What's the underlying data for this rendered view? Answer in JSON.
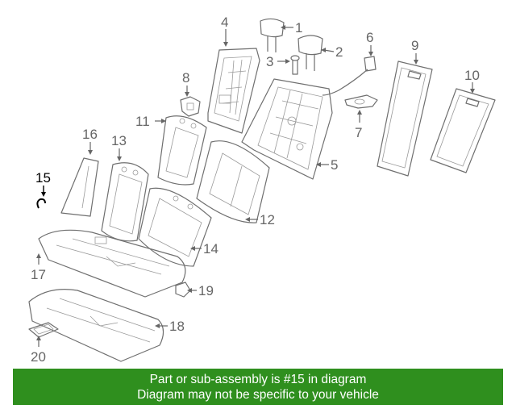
{
  "diagram": {
    "callouts": [
      {
        "id": "1",
        "text": "1"
      },
      {
        "id": "2",
        "text": "2"
      },
      {
        "id": "3",
        "text": "3"
      },
      {
        "id": "4",
        "text": "4"
      },
      {
        "id": "5",
        "text": "5"
      },
      {
        "id": "6",
        "text": "6"
      },
      {
        "id": "7",
        "text": "7"
      },
      {
        "id": "8",
        "text": "8"
      },
      {
        "id": "9",
        "text": "9"
      },
      {
        "id": "10",
        "text": "10"
      },
      {
        "id": "11",
        "text": "11"
      },
      {
        "id": "12",
        "text": "12"
      },
      {
        "id": "13",
        "text": "13"
      },
      {
        "id": "14",
        "text": "14"
      },
      {
        "id": "15",
        "text": "15"
      },
      {
        "id": "16",
        "text": "16"
      },
      {
        "id": "17",
        "text": "17"
      },
      {
        "id": "18",
        "text": "18"
      },
      {
        "id": "19",
        "text": "19"
      },
      {
        "id": "20",
        "text": "20"
      }
    ],
    "highlighted_part": "15"
  },
  "banner": {
    "line1": "Part or sub-assembly is #15 in diagram",
    "line2": "Diagram may not be specific to your vehicle",
    "background": "#2f8f1e",
    "text_color": "#ffffff"
  }
}
